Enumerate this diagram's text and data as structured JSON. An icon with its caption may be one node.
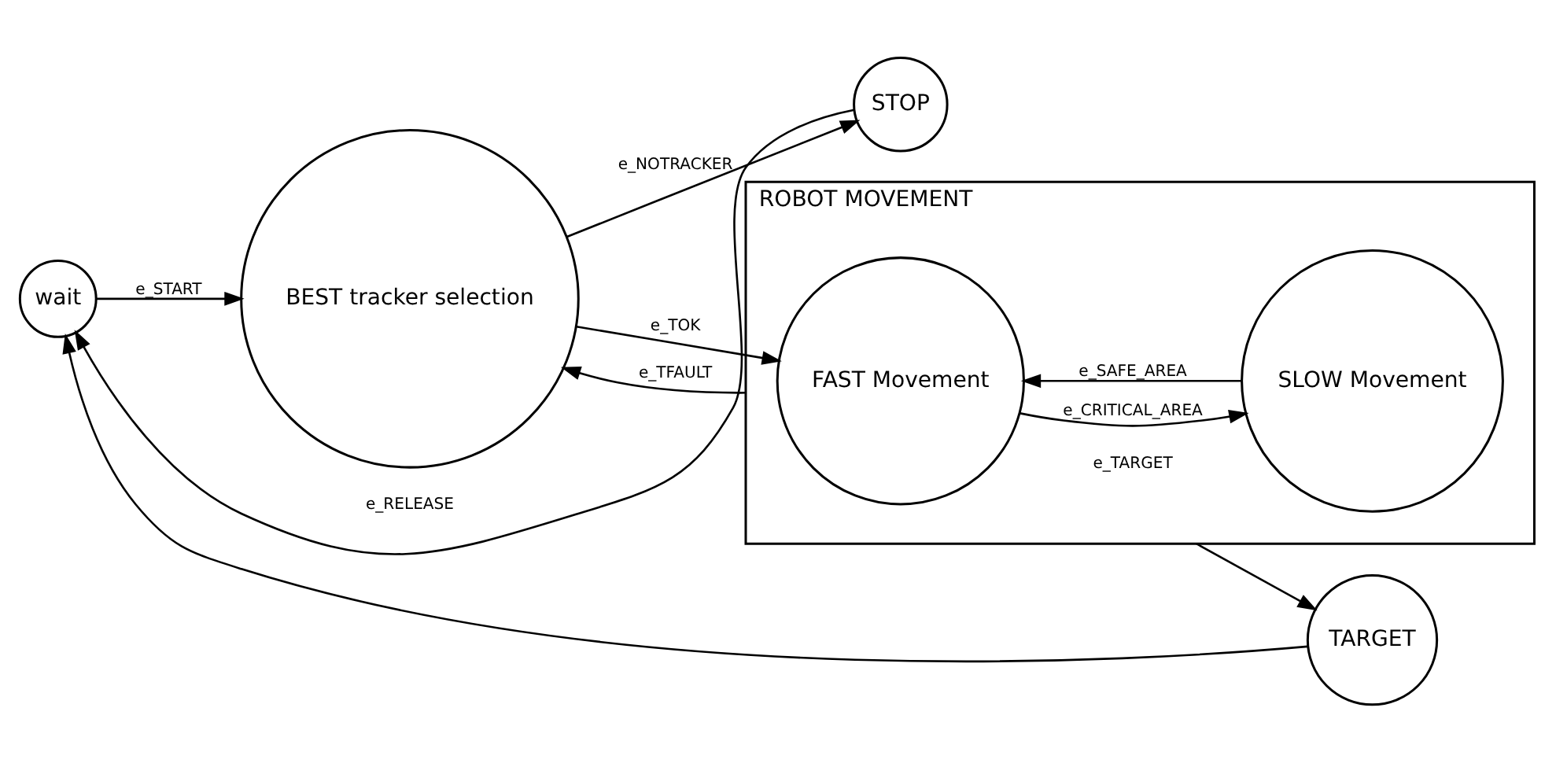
{
  "diagram": {
    "nodes": [
      {
        "text": [
          "wait"
        ]
      },
      {
        "text": [
          "BEST tracker selection"
        ]
      },
      {
        "text": [
          "STOP"
        ]
      },
      {
        "text": [
          "ROBOT MOVEMENT"
        ]
      },
      {
        "text": [
          "FAST Movement"
        ],
        "in": 3
      },
      {
        "text": [
          "SLOW Movement"
        ],
        "in": 3
      },
      {
        "text": [
          "TARGET"
        ]
      }
    ],
    "edges": [
      {
        "from": 0,
        "to": 1,
        "arrow": "to",
        "label": "e_START"
      },
      {
        "from": 1,
        "to": 4,
        "arrow": "to",
        "label": "e_TOK"
      },
      {
        "from": 1,
        "to": 2,
        "arrow": "to",
        "label": "e_NOTRACKER"
      },
      {
        "from": 2,
        "to": 0,
        "arrow": "to",
        "label": "e_RELEASE"
      },
      {
        "from": 3,
        "to": 1,
        "arrow": "to",
        "label": "e_TFAULT"
      },
      {
        "from": 4,
        "to": 5,
        "arrow": "to",
        "label": "e_CRITICAL_AREA"
      },
      {
        "from": 5,
        "to": 4,
        "arrow": "to",
        "label": "e_SAFE_AREA"
      },
      {
        "from": 3,
        "to": 6,
        "arrow": "to",
        "label": "e_TARGET"
      },
      {
        "from": 6,
        "to": 0,
        "arrow": "to"
      }
    ]
  }
}
